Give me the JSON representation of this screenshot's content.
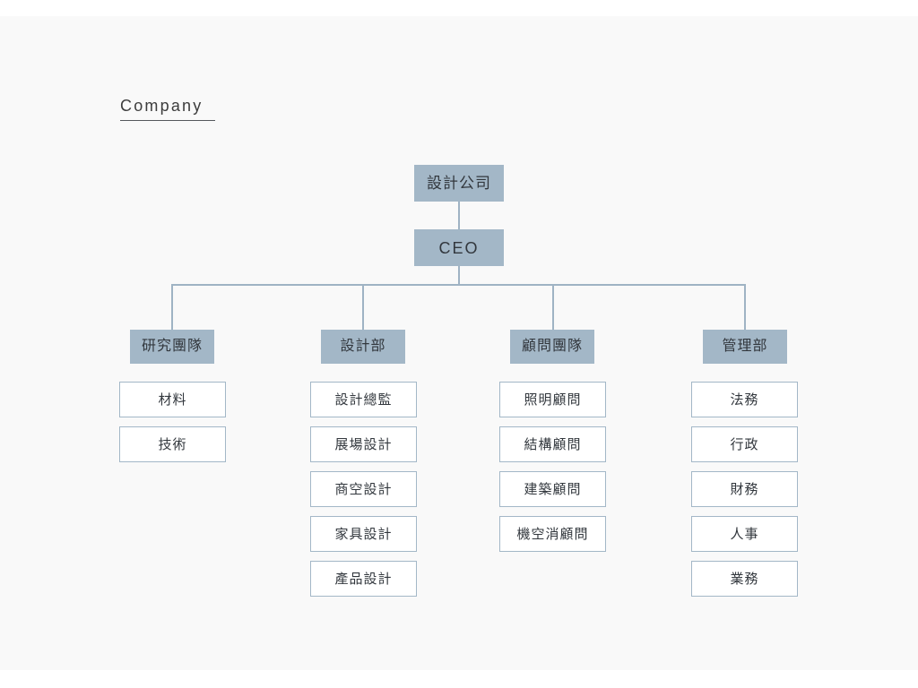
{
  "page": {
    "title": "Company",
    "background_color": "#f9f9f9",
    "accent_color": "#a3b7c7",
    "line_color": "#9fb3c4",
    "text_color": "#32373d"
  },
  "chart": {
    "type": "org-chart",
    "root": {
      "label": "設計公司",
      "style": "filled"
    },
    "ceo": {
      "label": "CEO",
      "style": "filled"
    },
    "columns": [
      {
        "header": {
          "label": "研究團隊",
          "style": "filled"
        },
        "items": [
          {
            "label": "材料"
          },
          {
            "label": "技術"
          }
        ]
      },
      {
        "header": {
          "label": "設計部",
          "style": "filled"
        },
        "items": [
          {
            "label": "設計總監"
          },
          {
            "label": "展場設計"
          },
          {
            "label": "商空設計"
          },
          {
            "label": "家具設計"
          },
          {
            "label": "產品設計"
          }
        ]
      },
      {
        "header": {
          "label": "顧問團隊",
          "style": "filled"
        },
        "items": [
          {
            "label": "照明顧問"
          },
          {
            "label": "結構顧問"
          },
          {
            "label": "建築顧問"
          },
          {
            "label": "機空消顧問"
          }
        ]
      },
      {
        "header": {
          "label": "管理部",
          "style": "filled"
        },
        "items": [
          {
            "label": "法務"
          },
          {
            "label": "行政"
          },
          {
            "label": "財務"
          },
          {
            "label": "人事"
          },
          {
            "label": "業務"
          }
        ]
      }
    ]
  }
}
